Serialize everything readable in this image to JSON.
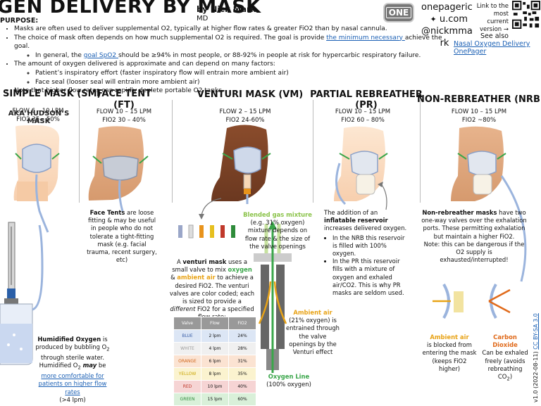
{
  "header": {
    "title": "GEN DELIVERY BY MASK",
    "byline": "by Nick Mark",
    "credential": "MD",
    "one_button": "ONE",
    "site_lines": [
      "onepageric",
      "u.com",
      "@nickmma",
      "rk"
    ],
    "link_note": "Link to the most current version →",
    "see_also_label": "See also",
    "see_also_link": "Nasal Oxygen Delivery OnePager"
  },
  "purpose": {
    "label": "PURPOSE:",
    "b1": "Masks are often used to deliver supplemental O2, typically at higher flow rates & greater FiO2 than by nasal cannula.",
    "b2_pre": "The choice of mask often depends on how much supplemental O2 is required. The goal is provide ",
    "b2_link": "the minimum necessary ",
    "b2_post": "achieve the goal.",
    "b2a_pre": "In general, the ",
    "b2a_link": "goal SpO2 ",
    "b2a_post": "should be ≥94% in most people, or 88-92% in people at risk for hypercarbic respiratory failure.",
    "b3": "The amount of oxygen delivered is approximate and can depend on many factors:",
    "b3a": "Patient’s inspiratory effort (faster inspiratory flow will entrain more ambient air)",
    "b3b": "Face seal (looser seal will entrain more ambient air)",
    "b4": "Note that higher flow rates can rapidly deplete portable O2 tanks."
  },
  "columns": [
    {
      "title": "SIMPLE MASK (SM)",
      "subtitle": "AKA HUDSON’S MASK",
      "flow": "FLOW 6 – 10 LPM",
      "fio2": "FIO2 35 – 50%"
    },
    {
      "title": "FACE TENT (FT)",
      "flow": "FLOW 10 – 15 LPM",
      "fio2": "FIO2 30 – 40%"
    },
    {
      "title": "VENTURI MASK (VM)",
      "flow": "FLOW 2 – 15 LPM",
      "fio2": "FIO2 24-60%"
    },
    {
      "title": "PARTIAL REBREATHER (PR)",
      "flow": "FLOW 10 – 15 LPM",
      "fio2": "FIO2 60 – 80%"
    },
    {
      "title": "NON-REBREATHER (NRB)",
      "flow": "FLOW 10 – 15 LPM",
      "fio2": "FIO2 ~80%"
    }
  ],
  "notes": {
    "face_tent_bold": "Face Tents",
    "face_tent": " are loose fitting & may be useful in people who do not tolerate a tight-fitting mask (e.g. facial trauma, recent surgery, etc)",
    "venturi_pre": "A ",
    "venturi_bold": "venturi mask",
    "venturi_mid1": " uses a small valve to mix ",
    "venturi_oxygen": "oxygen",
    "venturi_mid2": " & ",
    "venturi_ambient": "ambient air",
    "venturi_mid3": " to achieve a desired FiO2. The venturi valves are color coded; each is sized to provide a ",
    "venturi_italic": "different",
    "venturi_end": " FiO2 for a specified flow rate:",
    "blended_title": "Blended gas mixture",
    "blended_body": "(e.g. 31% oxygen) mixture depends on flow rate & the size of the valve openings",
    "ambient_title": "Ambient air",
    "ambient_body": "(21% oxygen) is entrained through the valve openings by the Venturi effect",
    "oxygen_line_title": "Oxygen Line",
    "oxygen_line_body": "(100% oxygen)",
    "humidified_bold": "Humidified Oxygen",
    "humidified_1": " is produced by bubbling O",
    "humidified_sub": "2",
    "humidified_2": " through sterile water. Humidified O",
    "humidified_sub2": "2",
    "humidified_may": " may",
    "humidified_3": " be ",
    "humidified_link": "more comfortable for patients on higher flow rates",
    "humidified_4": "(>4 lpm)",
    "reservoir_pre": "The addition of an ",
    "reservoir_bold": "inflatable reservoir",
    "reservoir_post": " increases delivered oxygen.",
    "reservoir_b1": "In the NRB this reservoir is filled with 100% oxygen.",
    "reservoir_b2": "In the PR this reservoir fills with a mixture of oxygen and exhaled air/CO2. This is why PR masks are seldom used.",
    "nrb_bold": "Non-rebreather masks",
    "nrb_body": " have two one-way valves over the exhalation ports. These permitting exhalation but maintain a higher FiO2.",
    "nrb_note": "Note: this can be dangerous if the O2 supply is exhausted/interrupted!",
    "amb_blocked_title": "Ambient air",
    "amb_blocked_body": "is blocked from entering the mask (keeps FiO2 higher)",
    "co2_title": "Carbon Dioxide",
    "co2_body": "Can be exhaled freely (avoids rebreathing CO",
    "co2_sub": "2",
    "co2_end": ")"
  },
  "venturi_table": {
    "headers": [
      "Valve",
      "Flow",
      "FiO2"
    ],
    "rows": [
      {
        "valve": "BLUE",
        "flow": "2 lpm",
        "fio2": "24%",
        "color": "#dce6f5",
        "text": "#3a5fa8"
      },
      {
        "valve": "WHITE",
        "flow": "4 lpm",
        "fio2": "28%",
        "color": "#f0f0f0",
        "text": "#999999"
      },
      {
        "valve": "ORANGE",
        "flow": "6 lpm",
        "fio2": "31%",
        "color": "#fbe3d2",
        "text": "#d2691e"
      },
      {
        "valve": "YELLOW",
        "flow": "8 lpm",
        "fio2": "35%",
        "color": "#fbf3cf",
        "text": "#c8a400"
      },
      {
        "valve": "RED",
        "flow": "10 lpm",
        "fio2": "40%",
        "color": "#f6d4d4",
        "text": "#c0392b"
      },
      {
        "valve": "GREEN",
        "flow": "15 lpm",
        "fio2": "60%",
        "color": "#d9f0d9",
        "text": "#2e8b3a"
      }
    ]
  },
  "version": "v1.0 (2022-08-11)",
  "license": "CC BY-SA 3.0",
  "colors": {
    "oxygen": "#3aa64a",
    "ambient": "#e8a317",
    "co2": "#e06a1b",
    "link": "#1a5fb4"
  }
}
